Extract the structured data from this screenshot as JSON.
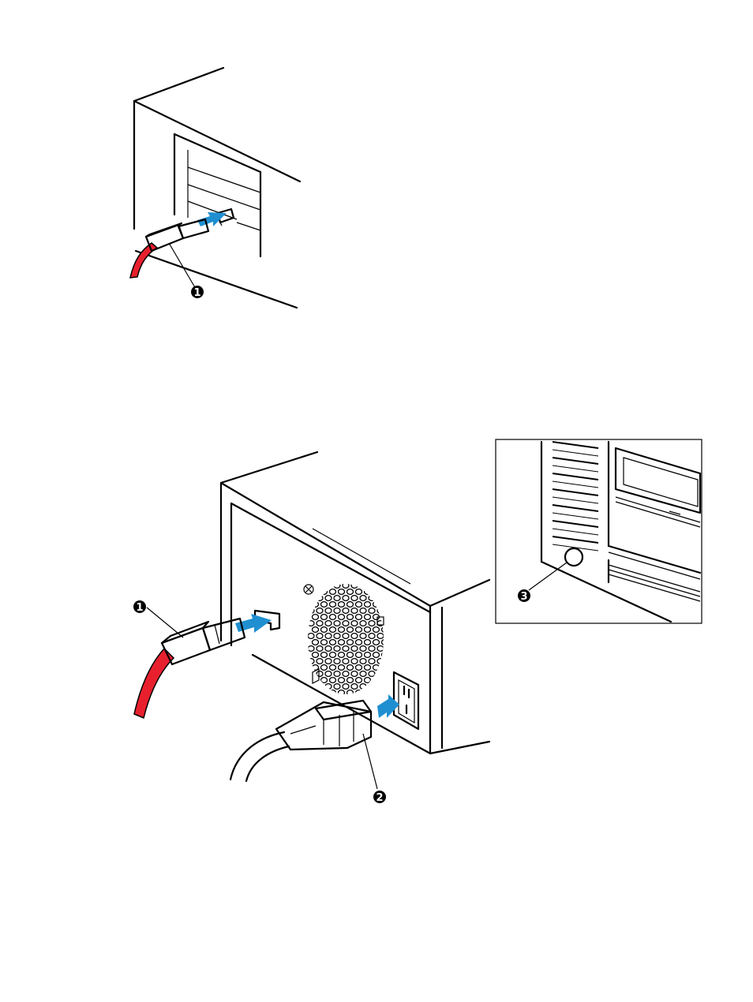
{
  "colors": {
    "cable": "#e8202e",
    "arrow": "#1f8fd1",
    "line": "#000000",
    "background": "#ffffff"
  },
  "callouts": {
    "top_one": "1",
    "bottom_one": "1",
    "two": "2",
    "three": "3"
  }
}
